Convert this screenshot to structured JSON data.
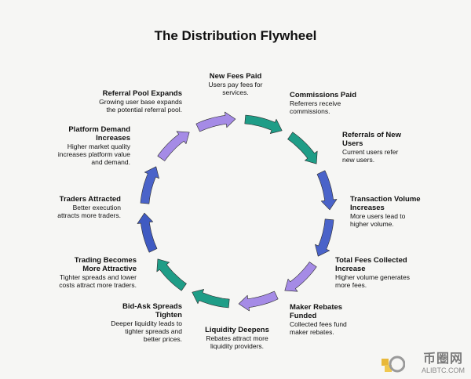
{
  "title": "The Distribution Flywheel",
  "nodes": [
    {
      "title": "New Fees Paid",
      "desc": "Users pay fees for services."
    },
    {
      "title": "Commissions Paid",
      "desc": "Referrers receive commissions."
    },
    {
      "title": "Referrals of New Users",
      "desc": "Current users refer new users."
    },
    {
      "title": "Transaction Volume Increases",
      "desc": "More users lead to higher volume."
    },
    {
      "title": "Total Fees Collected Increase",
      "desc": "Higher volume generates more fees."
    },
    {
      "title": "Maker Rebates Funded",
      "desc": "Collected fees fund maker rebates."
    },
    {
      "title": "Liquidity Deepens",
      "desc": "Rebates attract more liquidity providers."
    },
    {
      "title": "Bid-Ask Spreads Tighten",
      "desc": "Deeper liquidity leads to tighter spreads and better prices."
    },
    {
      "title": "Trading Becomes More Attractive",
      "desc": "Tighter spreads and lower costs attract more traders."
    },
    {
      "title": "Traders Attracted",
      "desc": "Better execution attracts more traders."
    },
    {
      "title": "Platform Demand Increases",
      "desc": "Higher market quality increases platform value and demand."
    },
    {
      "title": "Referral Pool Expands",
      "desc": "Growing user base expands the potential referral pool."
    }
  ],
  "arrow_colors": [
    "#1f9d87",
    "#1f9d87",
    "#4a63c9",
    "#4a63c9",
    "#a58be6",
    "#a58be6",
    "#1f9d87",
    "#1f9d87",
    "#3f5ac2",
    "#4a63c9",
    "#a58be6",
    "#a58be6"
  ],
  "watermark": {
    "brand": "币圈网",
    "domain": "ALIBTC.COM"
  }
}
